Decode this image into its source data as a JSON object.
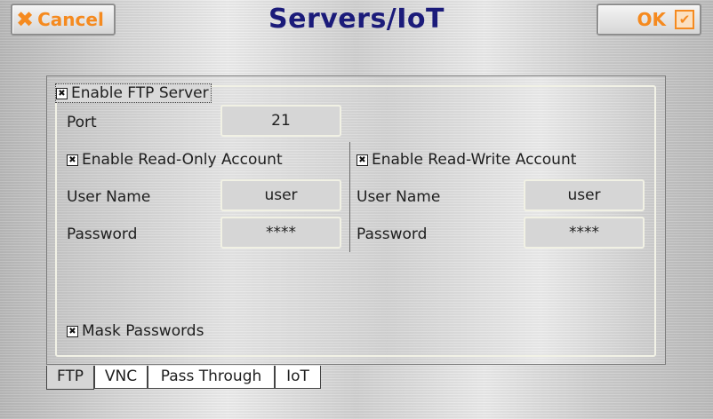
{
  "header": {
    "title": "Servers/IoT",
    "cancel_label": "Cancel",
    "ok_label": "OK"
  },
  "ftp": {
    "enable_label": "Enable FTP Server",
    "enabled": true,
    "port_label": "Port",
    "port_value": "21",
    "read_only": {
      "enable_label": "Enable Read-Only Account",
      "enabled": true,
      "username_label": "User Name",
      "username_value": "user",
      "password_label": "Password",
      "password_value": "****"
    },
    "read_write": {
      "enable_label": "Enable Read-Write Account",
      "enabled": true,
      "username_label": "User Name",
      "username_value": "user",
      "password_label": "Password",
      "password_value": "****"
    },
    "mask_label": "Mask Passwords",
    "mask_enabled": true
  },
  "tabs": [
    {
      "label": "FTP",
      "active": true
    },
    {
      "label": "VNC",
      "active": false
    },
    {
      "label": "Pass Through",
      "active": false
    },
    {
      "label": "IoT",
      "active": false
    }
  ],
  "icons": {
    "checkbox_mark": "✖",
    "cancel_icon": "✖",
    "ok_icon": "✔"
  },
  "colors": {
    "accent": "#f58a1f",
    "title": "#1b1b7a"
  }
}
